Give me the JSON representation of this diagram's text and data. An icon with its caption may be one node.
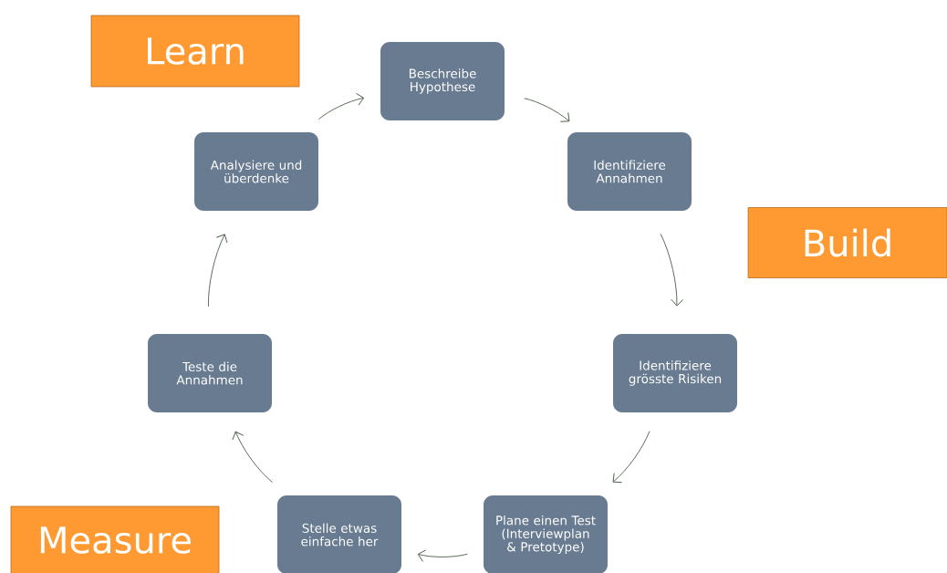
{
  "diagram": {
    "nodes": [
      {
        "text": [
          "Beschreibe Hypothese"
        ]
      },
      {
        "text": [
          "Identifiziere Annahmen"
        ]
      },
      {
        "text": [
          "Identifiziere grösste Risiken"
        ]
      },
      {
        "text": [
          "Plane einen Test (Interviewplan & Pretotype)"
        ]
      },
      {
        "text": [
          "Stelle etwas einfache her"
        ]
      },
      {
        "text": [
          "Teste die Annahmen"
        ]
      },
      {
        "text": [
          "Analysiere und überdenke"
        ]
      },
      {
        "text": [
          "Learn"
        ]
      },
      {
        "text": [
          "Build"
        ]
      },
      {
        "text": [
          "Measure"
        ]
      }
    ],
    "edges": [
      {
        "from": 0,
        "to": 1,
        "arrow": "to"
      },
      {
        "from": 1,
        "to": 2,
        "arrow": "to"
      },
      {
        "from": 2,
        "to": 3,
        "arrow": "to"
      },
      {
        "from": 3,
        "to": 4,
        "arrow": "to"
      },
      {
        "from": 4,
        "to": 5,
        "arrow": "to"
      },
      {
        "from": 5,
        "to": 6,
        "arrow": "to"
      },
      {
        "from": 6,
        "to": 0,
        "arrow": "to"
      }
    ]
  }
}
